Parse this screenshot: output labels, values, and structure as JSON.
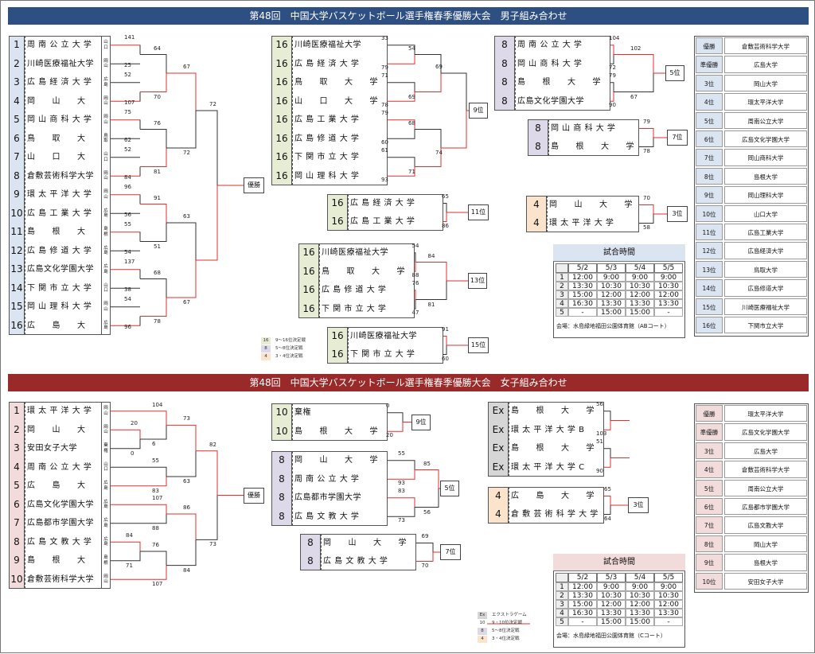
{
  "men": {
    "title": "第48回　中国大学バスケットボール選手権春季優勝大会　男子組み合わせ",
    "teams": [
      {
        "seed": "1",
        "name": "周 南 公 立 大 学",
        "pref": "山口"
      },
      {
        "seed": "2",
        "name": "川崎医療福祉大学",
        "pref": "岡山"
      },
      {
        "seed": "3",
        "name": "広 島 経 済 大 学",
        "pref": "広島"
      },
      {
        "seed": "4",
        "name": "岡　　山　　大　　学",
        "pref": "岡山"
      },
      {
        "seed": "5",
        "name": "岡 山 商 科 大 学",
        "pref": "岡山"
      },
      {
        "seed": "6",
        "name": "鳥　　取　　大　　学",
        "pref": "鳥取"
      },
      {
        "seed": "7",
        "name": "山　　口　　大　　学",
        "pref": "山口"
      },
      {
        "seed": "8",
        "name": "倉敷芸術科学大学",
        "pref": "岡山"
      },
      {
        "seed": "9",
        "name": "環 太 平 洋 大 学",
        "pref": "岡山"
      },
      {
        "seed": "10",
        "name": "広 島 工 業 大 学",
        "pref": "広島"
      },
      {
        "seed": "11",
        "name": "島　　根　　大　　学",
        "pref": "島根"
      },
      {
        "seed": "12",
        "name": "広 島 修 道 大 学",
        "pref": "広島"
      },
      {
        "seed": "13",
        "name": "広島文化学園大学",
        "pref": "広島"
      },
      {
        "seed": "14",
        "name": "下 関 市 立 大 学",
        "pref": "山口"
      },
      {
        "seed": "15",
        "name": "岡 山 理 科 大 学",
        "pref": "岡山"
      },
      {
        "seed": "16",
        "name": "広　　島　　大　　学",
        "pref": "広島"
      }
    ],
    "r1": [
      "141",
      "25",
      "52",
      "107",
      "75",
      "62",
      "52",
      "84",
      "96",
      "56",
      "55",
      "54",
      "137",
      "38",
      "54",
      "96"
    ],
    "r2": [
      "64",
      "70",
      "76",
      "81",
      "91",
      "51",
      "68",
      "78"
    ],
    "r3": [
      "67",
      "72",
      "63",
      "67"
    ],
    "r4": [
      "72"
    ],
    "final": "優勝",
    "c16": {
      "seed": "16",
      "teams": [
        "川崎医療福祉大学",
        "広 島 経 済 大 学",
        "鳥　　取　　大　　学",
        "山　　口　　大　　学",
        "広 島 工 業 大 学",
        "広 島 修 道 大 学",
        "下 関 市 立 大 学",
        "岡 山 理 科 大 学"
      ],
      "s1": [
        "33",
        "79",
        "71",
        "78",
        "79",
        "60",
        "61",
        "93"
      ],
      "s2": [
        "54",
        "69",
        "68",
        "71"
      ],
      "s3": [
        "69",
        "74"
      ],
      "result": "9位"
    },
    "c11": {
      "seed": "16",
      "teams": [
        "広 島 経 済 大 学",
        "広 島 工 業 大 学"
      ],
      "s": [
        "65",
        "86"
      ],
      "result": "11位"
    },
    "c13": {
      "seed": "16",
      "teams": [
        "川崎医療福祉大学",
        "鳥　　取　　大　　学",
        "広 島 修 道 大 学",
        "下 関 市 立 大 学"
      ],
      "s1": [
        "54",
        "88",
        "76",
        "47"
      ],
      "s2": [
        "84",
        "81"
      ],
      "result": "13位"
    },
    "c15": {
      "seed": "16",
      "teams": [
        "川崎医療福祉大学",
        "下 関 市 立 大 学"
      ],
      "s": [
        "91",
        "60"
      ],
      "result": "15位"
    },
    "c5": {
      "seed": "8",
      "teams": [
        "周 南 公 立 大 学",
        "岡 山 商 科 大 学",
        "島　　根　　大　　学",
        "広島文化学園大学"
      ],
      "s1": [
        "104",
        "72",
        "79",
        "90"
      ],
      "s2": [
        "102",
        "67"
      ],
      "result": "5位"
    },
    "c7": {
      "seed": "8",
      "teams": [
        "岡 山 商 科 大 学",
        "島　　根　　大　　学"
      ],
      "s": [
        "79",
        "78"
      ],
      "result": "7位"
    },
    "c3": {
      "seed": "4",
      "teams": [
        "岡　　山　　大　　学",
        "環 太 平 洋 大 学"
      ],
      "s": [
        "70",
        "58"
      ],
      "result": "3位"
    },
    "legend": [
      {
        "n": "16",
        "t": "9～16位決定戦"
      },
      {
        "n": "8",
        "t": "5～8位決定戦"
      },
      {
        "n": "4",
        "t": "3・4位決定戦"
      }
    ],
    "schedule": {
      "title": "試合時間",
      "dates": [
        "5/2",
        "5/3",
        "5/4",
        "5/5"
      ],
      "rows": [
        [
          "1",
          "12:00",
          "9:00",
          "9:00",
          "9:00"
        ],
        [
          "2",
          "13:30",
          "10:30",
          "10:30",
          "10:30"
        ],
        [
          "3",
          "15:00",
          "12:00",
          "12:00",
          "12:00"
        ],
        [
          "4",
          "16:30",
          "13:30",
          "13:30",
          "13:30"
        ],
        [
          "5",
          "-",
          "15:00",
          "15:00",
          "-"
        ]
      ],
      "venue": "会場：水島緑地福田公園体育館（ABコート）"
    },
    "ranks": [
      [
        "優勝",
        "倉敷芸術科学大学"
      ],
      [
        "準優勝",
        "広島大学"
      ],
      [
        "3位",
        "岡山大学"
      ],
      [
        "4位",
        "環太平洋大学"
      ],
      [
        "5位",
        "周南公立大学"
      ],
      [
        "6位",
        "広島文化学園大学"
      ],
      [
        "7位",
        "岡山商科大学"
      ],
      [
        "8位",
        "島根大学"
      ],
      [
        "9位",
        "岡山理科大学"
      ],
      [
        "10位",
        "山口大学"
      ],
      [
        "11位",
        "広島工業大学"
      ],
      [
        "12位",
        "広島経済大学"
      ],
      [
        "13位",
        "鳥取大学"
      ],
      [
        "14位",
        "広島修道大学"
      ],
      [
        "15位",
        "川崎医療福祉大学"
      ],
      [
        "16位",
        "下関市立大学"
      ]
    ]
  },
  "women": {
    "title": "第48回　中国大学バスケットボール選手権春季優勝大会　女子組み合わせ",
    "teams": [
      {
        "seed": "1",
        "name": "環 太 平 洋 大 学",
        "pref": "岡山"
      },
      {
        "seed": "2",
        "name": "岡　　山　　大　　学",
        "pref": "岡山"
      },
      {
        "seed": "3",
        "name": "安田女子大学",
        "pref": "棄権"
      },
      {
        "seed": "4",
        "name": "周 南 公 立 大 学",
        "pref": "山口"
      },
      {
        "seed": "5",
        "name": "広　　島　　大　　学",
        "pref": "広島"
      },
      {
        "seed": "6",
        "name": "広島文化学園大学",
        "pref": "広島"
      },
      {
        "seed": "7",
        "name": "広島都市学園大学",
        "pref": "広島"
      },
      {
        "seed": "8",
        "name": "広 島 文 教 大 学",
        "pref": "広島"
      },
      {
        "seed": "9",
        "name": "島　　根　　大　　学",
        "pref": "島根"
      },
      {
        "seed": "10",
        "name": "倉敷芸術科学大学",
        "pref": "岡山"
      }
    ],
    "r0": [
      "20",
      "0"
    ],
    "r1": [
      "104",
      "6",
      "55",
      "83",
      "107",
      "88",
      "84",
      "71",
      "107"
    ],
    "r2": [
      "73",
      "63",
      "86",
      "76",
      "84"
    ],
    "r3": [
      "82",
      "73"
    ],
    "final": "優勝",
    "c9": {
      "teams": [
        "棄権",
        "島　　根　　大　　学"
      ],
      "seed": "10",
      "s": [
        "0",
        "20"
      ],
      "result": "9位"
    },
    "c5": {
      "seed": "8",
      "teams": [
        "岡　　山　　大　　学",
        "周 南 公 立 大 学",
        "広島都市学園大学",
        "広 島 文 教 大 学"
      ],
      "s1": [
        "55",
        "93",
        "83",
        "73"
      ],
      "s2": [
        "85",
        "56"
      ],
      "result": "5位"
    },
    "c7": {
      "seed": "8",
      "teams": [
        "岡　　山　　大　　学",
        "広 島 文 教 大 学"
      ],
      "s": [
        "69",
        "70"
      ],
      "result": "7位"
    },
    "ex": {
      "seed": "Ex",
      "teams": [
        "島　　根　　大　　学",
        "環 太 平 洋 大 学 B",
        "島　　根　　大　　学",
        "環 太 平 洋 大 学 C"
      ],
      "s": [
        "56",
        "103",
        "51",
        "90"
      ]
    },
    "c3": {
      "seed": "4",
      "teams": [
        "広　　島　　大　　学",
        "倉 敷 芸 術 科 学 大 学"
      ],
      "s": [
        "65",
        "64"
      ],
      "result": "3位"
    },
    "legend": [
      {
        "n": "Ex",
        "t": "エクストラゲーム"
      },
      {
        "n": "10",
        "t": "9・10位決定戦"
      },
      {
        "n": "8",
        "t": "5～8位決定戦"
      },
      {
        "n": "4",
        "t": "3・4位決定戦"
      }
    ],
    "schedule": {
      "title": "試合時間",
      "dates": [
        "5/2",
        "5/3",
        "5/4",
        "5/5"
      ],
      "rows": [
        [
          "1",
          "12:00",
          "9:00",
          "9:00",
          "9:00"
        ],
        [
          "2",
          "13:30",
          "10:30",
          "10:30",
          "10:30"
        ],
        [
          "3",
          "15:00",
          "12:00",
          "12:00",
          "12:00"
        ],
        [
          "4",
          "16:30",
          "13:30",
          "13:30",
          "13:30"
        ],
        [
          "5",
          "-",
          "15:00",
          "15:00",
          "-"
        ]
      ],
      "venue": "会場：水島緑地福田公園体育館（Cコート）"
    },
    "ranks": [
      [
        "優勝",
        "環太平洋大学"
      ],
      [
        "準優勝",
        "広島文化学園大学"
      ],
      [
        "3位",
        "広島大学"
      ],
      [
        "4位",
        "倉敷芸術科学大学"
      ],
      [
        "5位",
        "周南公立大学"
      ],
      [
        "6位",
        "広島都市学園大学"
      ],
      [
        "7位",
        "広島文教大学"
      ],
      [
        "8位",
        "岡山大学"
      ],
      [
        "9位",
        "島根大学"
      ],
      [
        "10位",
        "安田女子大学"
      ]
    ]
  },
  "colors": {
    "men_header": "#2e4f82",
    "women_header": "#9a2a2a",
    "seed16": "#e7ecd5",
    "seed8": "#ddd9e8",
    "seed4": "#fbe3cc",
    "seedEx": "#d6d6d6",
    "men_seed": "#dbe5f1",
    "women_seed": "#f2dcdb",
    "win": "#e03030",
    "lose": "#333333"
  }
}
